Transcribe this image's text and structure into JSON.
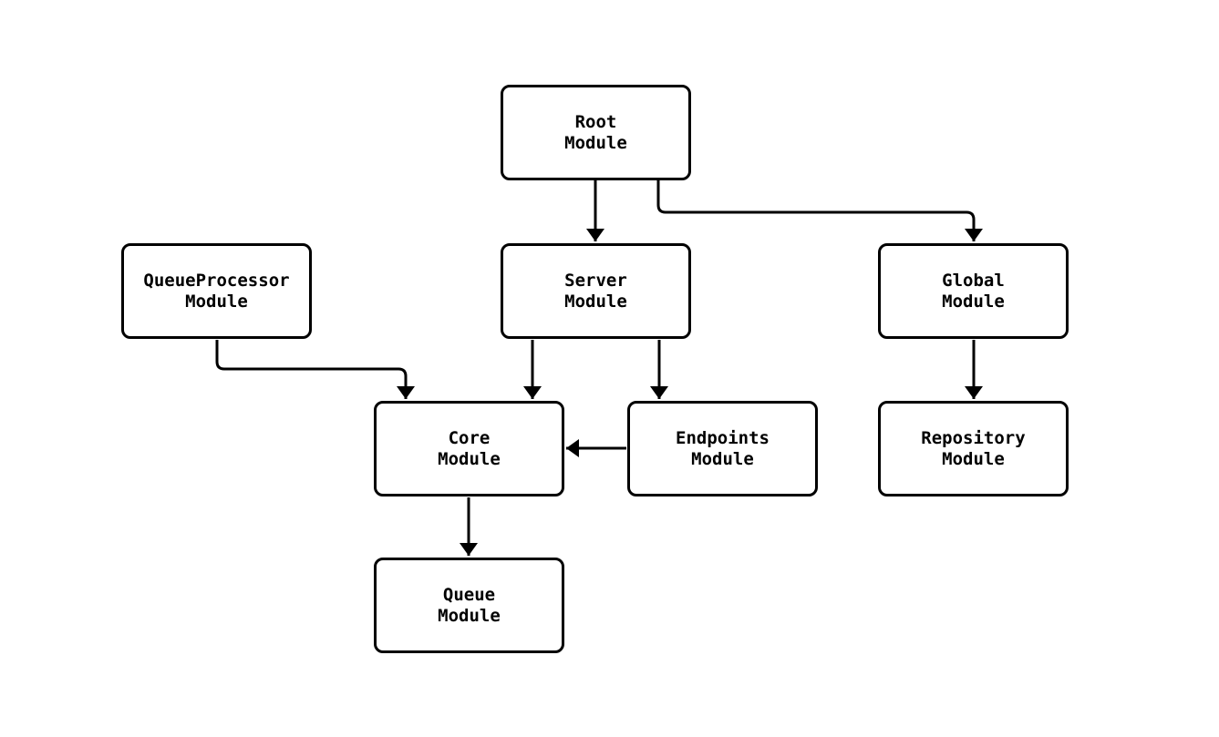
{
  "diagram": {
    "background": "#ffffff",
    "node_fill": "#ffffff",
    "stroke_color": "#000000",
    "nodes": [
      {
        "id": "root",
        "label_line1": "Root",
        "label_line2": "Module"
      },
      {
        "id": "queueprocessor",
        "label_line1": "QueueProcessor",
        "label_line2": "Module"
      },
      {
        "id": "server",
        "label_line1": "Server",
        "label_line2": "Module"
      },
      {
        "id": "global",
        "label_line1": "Global",
        "label_line2": "Module"
      },
      {
        "id": "core",
        "label_line1": "Core",
        "label_line2": "Module"
      },
      {
        "id": "endpoints",
        "label_line1": "Endpoints",
        "label_line2": "Module"
      },
      {
        "id": "repository",
        "label_line1": "Repository",
        "label_line2": "Module"
      },
      {
        "id": "queue",
        "label_line1": "Queue",
        "label_line2": "Module"
      }
    ],
    "edges": [
      {
        "from": "root",
        "to": "server"
      },
      {
        "from": "root",
        "to": "global"
      },
      {
        "from": "queueprocessor",
        "to": "core"
      },
      {
        "from": "server",
        "to": "core"
      },
      {
        "from": "server",
        "to": "endpoints"
      },
      {
        "from": "endpoints",
        "to": "core"
      },
      {
        "from": "global",
        "to": "repository"
      },
      {
        "from": "core",
        "to": "queue"
      }
    ]
  }
}
